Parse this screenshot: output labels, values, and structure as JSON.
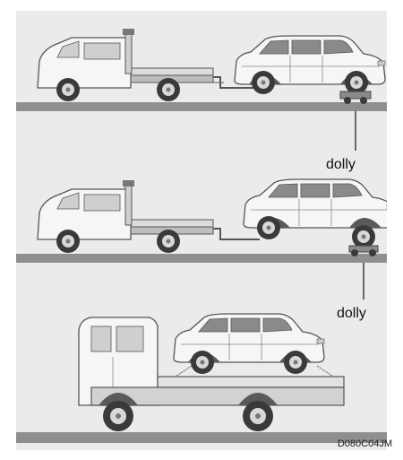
{
  "labels": {
    "dolly_top": "dolly",
    "dolly_middle": "dolly"
  },
  "image_code": "D080C04JM",
  "colors": {
    "background": "#ebebeb",
    "ground": "#8f8f8f",
    "vehicle_body": "#f6f6f6",
    "vehicle_outline": "#555555",
    "tire": "#3a3a3a"
  }
}
